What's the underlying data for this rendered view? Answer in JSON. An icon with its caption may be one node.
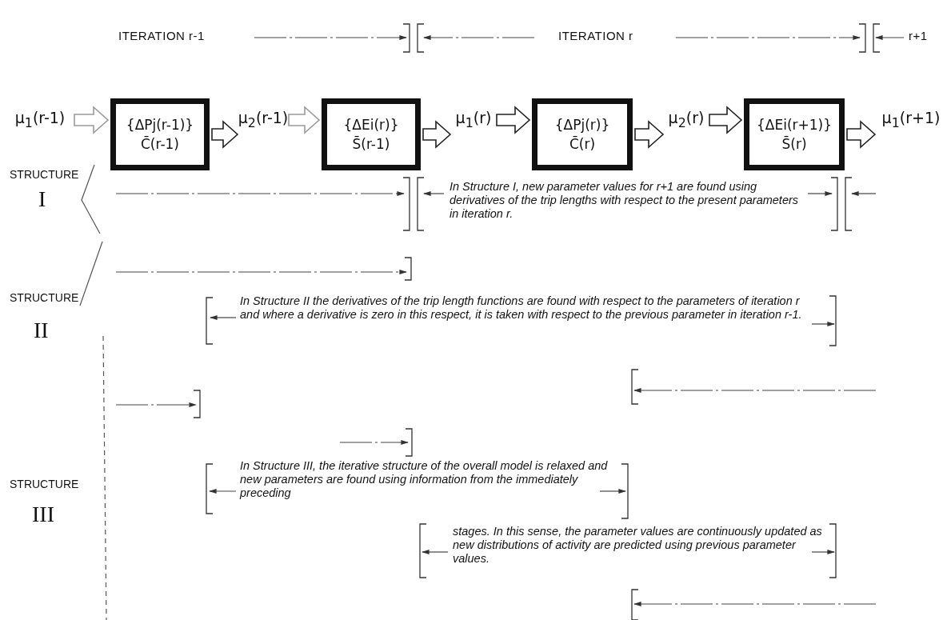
{
  "diagram": {
    "nodes": [
      {
        "text": [
          "μ$_{1}$(r-1)"
        ]
      },
      {
        "text": [
          "{ΔPj(r-1)}",
          "C̄(r-1)"
        ]
      },
      {
        "text": [
          "μ$_{2}$(r-1)"
        ]
      },
      {
        "text": [
          "{ΔEi(r)}",
          "S̄(r-1)"
        ]
      },
      {
        "text": [
          "μ$_{1}$(r)"
        ]
      },
      {
        "text": [
          "{ΔPj(r)}",
          "C̄(r)"
        ]
      },
      {
        "text": [
          "μ$_{2}$(r)"
        ]
      },
      {
        "text": [
          "{ΔEi(r+1)}",
          "S̄(r)"
        ]
      },
      {
        "text": [
          "μ$_{1}$(r+1)"
        ]
      }
    ],
    "edges": [
      {
        "from": 0,
        "to": 1,
        "arrow": "to",
        "color": "#9a9a9a"
      },
      {
        "from": 1,
        "to": 2,
        "arrow": "to"
      },
      {
        "from": 2,
        "to": 3,
        "arrow": "to",
        "color": "#9a9a9a"
      },
      {
        "from": 3,
        "to": 4,
        "arrow": "to"
      },
      {
        "from": 4,
        "to": 5,
        "arrow": "to"
      },
      {
        "from": 5,
        "to": 6,
        "arrow": "to"
      },
      {
        "from": 6,
        "to": 7,
        "arrow": "to"
      },
      {
        "from": 7,
        "to": 8,
        "arrow": "to"
      }
    ],
    "labels": [
      "ITERATION r-1",
      "ITERATION r",
      "r+1",
      "STRUCTURE",
      "I",
      "In Structure I, new parameter values for r+1 are found using derivatives of the trip lengths with respect to the present parameters in iteration r.",
      "STRUCTURE",
      "II",
      "In Structure II the derivatives of the trip length functions are found with respect to the parameters of iteration r and where a derivative is zero in this respect, it is taken with respect to the previous parameter in iteration r-1.",
      "STRUCTURE",
      "III",
      "In Structure III, the iterative structure of the overall model is relaxed and new parameters are found using information from the immediately preceding",
      "stages. In this sense, the parameter values are continuously updated as new distributions of activity are predicted using previous parameter values."
    ]
  }
}
